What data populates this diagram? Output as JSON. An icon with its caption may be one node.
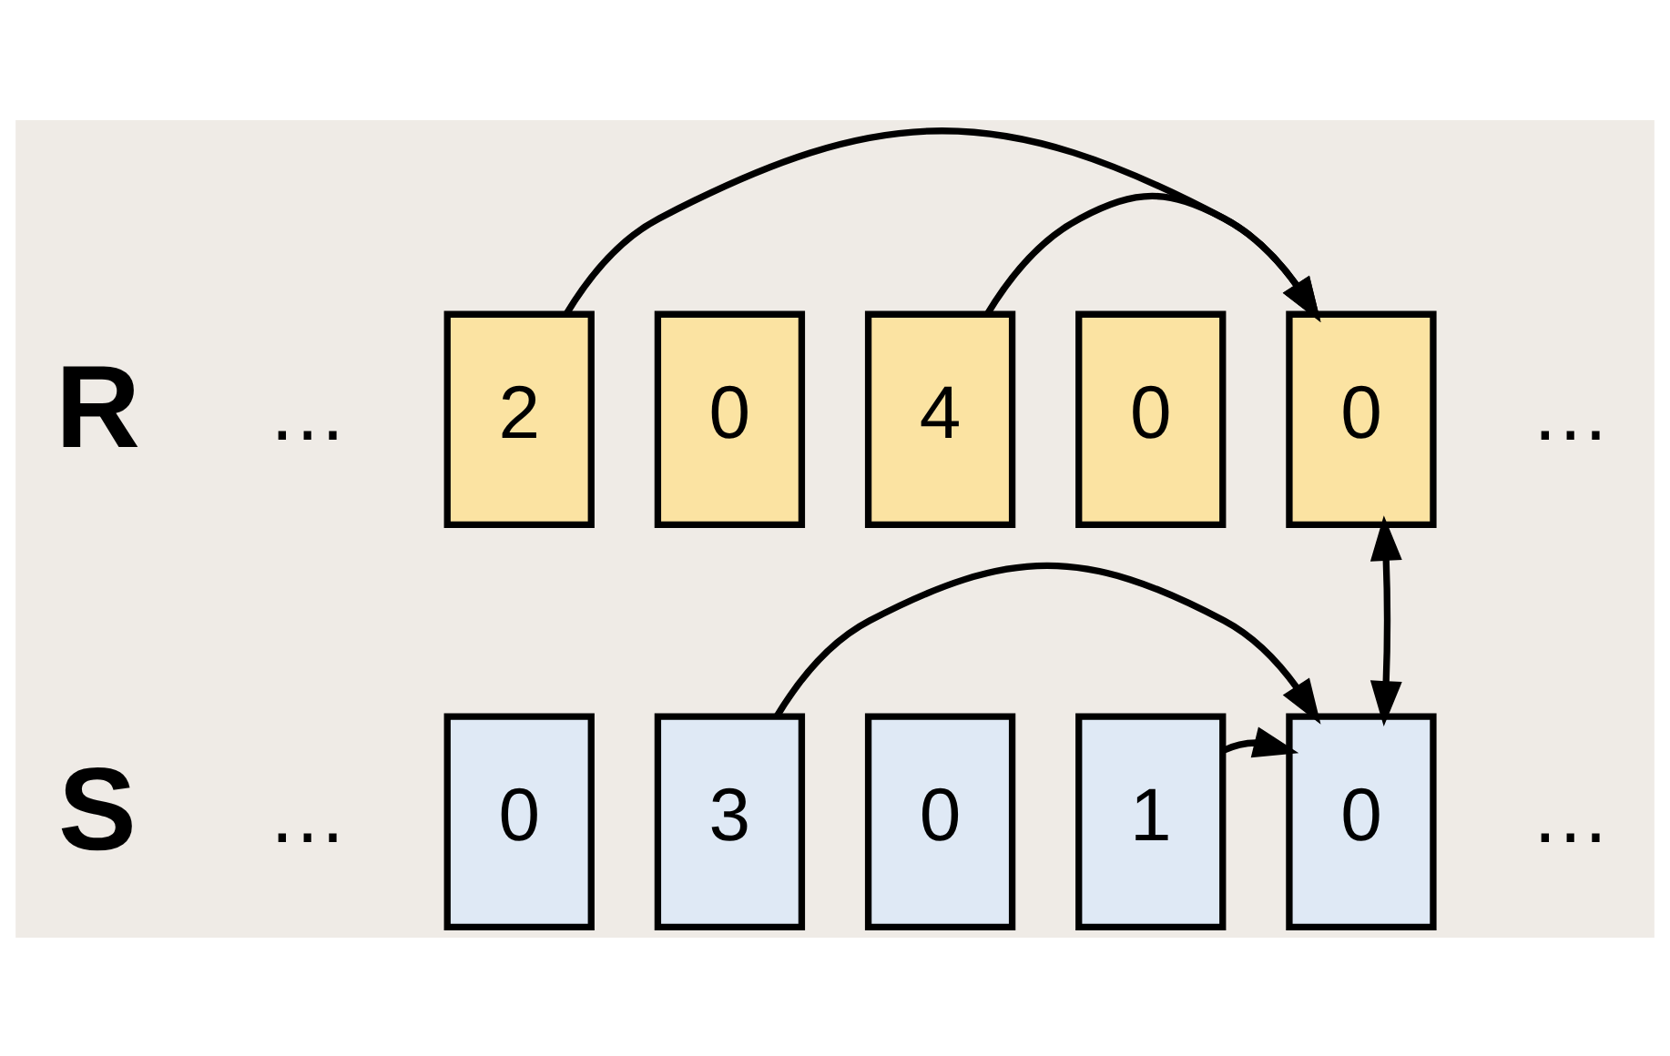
{
  "diagram": {
    "nodes": [
      {
        "text": [
          "2"
        ]
      },
      {
        "text": [
          "0"
        ]
      },
      {
        "text": [
          "4"
        ]
      },
      {
        "text": [
          "0"
        ]
      },
      {
        "text": [
          "0"
        ]
      },
      {
        "text": [
          "0"
        ]
      },
      {
        "text": [
          "3"
        ]
      },
      {
        "text": [
          "0"
        ]
      },
      {
        "text": [
          "1"
        ]
      },
      {
        "text": [
          "0"
        ]
      }
    ],
    "edges": [
      {
        "from": 0,
        "to": 4,
        "arrow": "to"
      },
      {
        "from": 2,
        "to": 4,
        "arrow": "to"
      },
      {
        "from": 4,
        "to": 9,
        "arrow": "both"
      },
      {
        "from": 6,
        "to": 9,
        "arrow": "to"
      },
      {
        "from": 8,
        "to": 9,
        "arrow": "to"
      }
    ],
    "labels": [
      "R",
      "…",
      "…",
      "S",
      "…",
      "…"
    ]
  }
}
